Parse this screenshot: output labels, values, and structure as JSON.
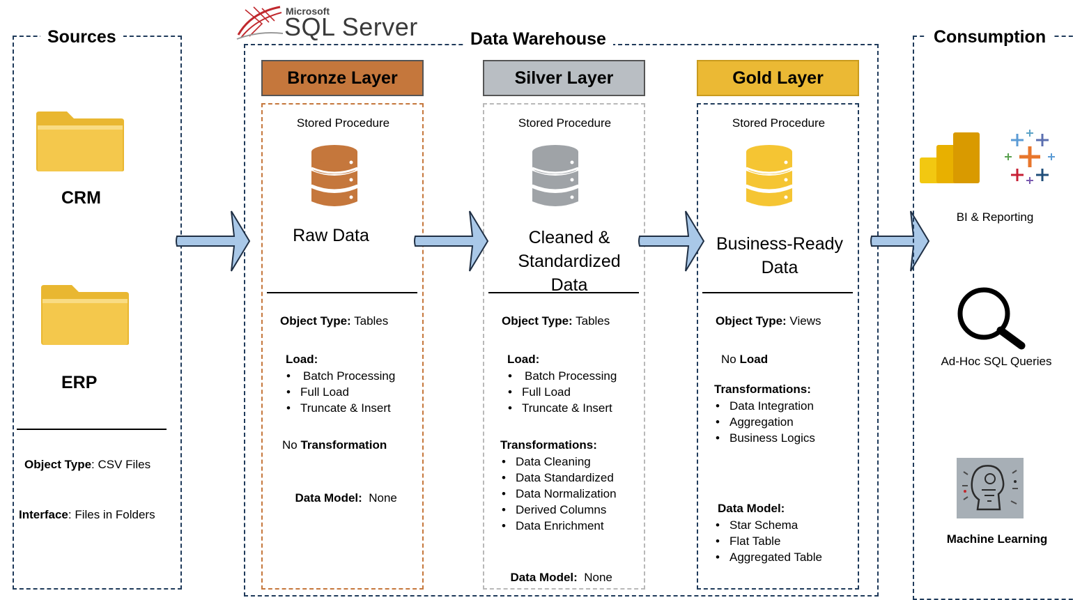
{
  "sources": {
    "title": "Sources",
    "crm_label": "CRM",
    "erp_label": "ERP",
    "object_type_key": "Object Type",
    "object_type_value": ": CSV Files",
    "interface_key": "Interface",
    "interface_value": ": Files in Folders"
  },
  "sql_server_logo": {
    "brand": "Microsoft",
    "product": "SQL Server"
  },
  "warehouse": {
    "title": "Data Warehouse"
  },
  "bronze": {
    "header": "Bronze Layer",
    "stored_procedure": "Stored Procedure",
    "data_label": "Raw Data",
    "object_type_key": "Object Type:",
    "object_type_value": " Tables",
    "load_title": "Load:",
    "load_items": [
      "Batch Processing",
      "Full Load",
      "Truncate & Insert"
    ],
    "transformation_prefix": "No ",
    "transformation_key": "Transformation",
    "data_model_key": "Data Model:",
    "data_model_value": "  None"
  },
  "silver": {
    "header": "Silver Layer",
    "stored_procedure": "Stored Procedure",
    "data_label": "Cleaned & Standardized Data",
    "object_type_key": "Object Type:",
    "object_type_value": " Tables",
    "load_title": "Load:",
    "load_items": [
      "Batch Processing",
      "Full Load",
      "Truncate & Insert"
    ],
    "transformations_title": "Transformations:",
    "transformation_items": [
      "Data Cleaning",
      "Data Standardized",
      "Data Normalization",
      "Derived Columns",
      "Data Enrichment"
    ],
    "data_model_key": "Data Model:",
    "data_model_value": "  None"
  },
  "gold": {
    "header": "Gold Layer",
    "stored_procedure": "Stored Procedure",
    "data_label": "Business-Ready Data",
    "object_type_key": "Object Type:",
    "object_type_value": " Views",
    "load_prefix": "No ",
    "load_key": "Load",
    "transformations_title": "Transformations:",
    "transformation_items": [
      "Data Integration",
      "Aggregation",
      "Business Logics"
    ],
    "data_model_title": "Data Model:",
    "data_model_items": [
      "Star Schema",
      "Flat Table",
      "Aggregated Table"
    ]
  },
  "consumption": {
    "title": "Consumption",
    "bi_label": "BI & Reporting",
    "adhoc_label": "Ad-Hoc SQL Queries",
    "ml_label": "Machine Learning"
  },
  "colors": {
    "bronze": "#c5773c",
    "silver": "#b9bec3",
    "gold": "#ebb934",
    "arrow_fill": "#a9c8e8",
    "frame": "#1f3a5a"
  },
  "icons": [
    "folder-icon",
    "database-icon",
    "power-bi-icon",
    "tableau-icon",
    "magnifier-icon",
    "ai-head-icon"
  ]
}
